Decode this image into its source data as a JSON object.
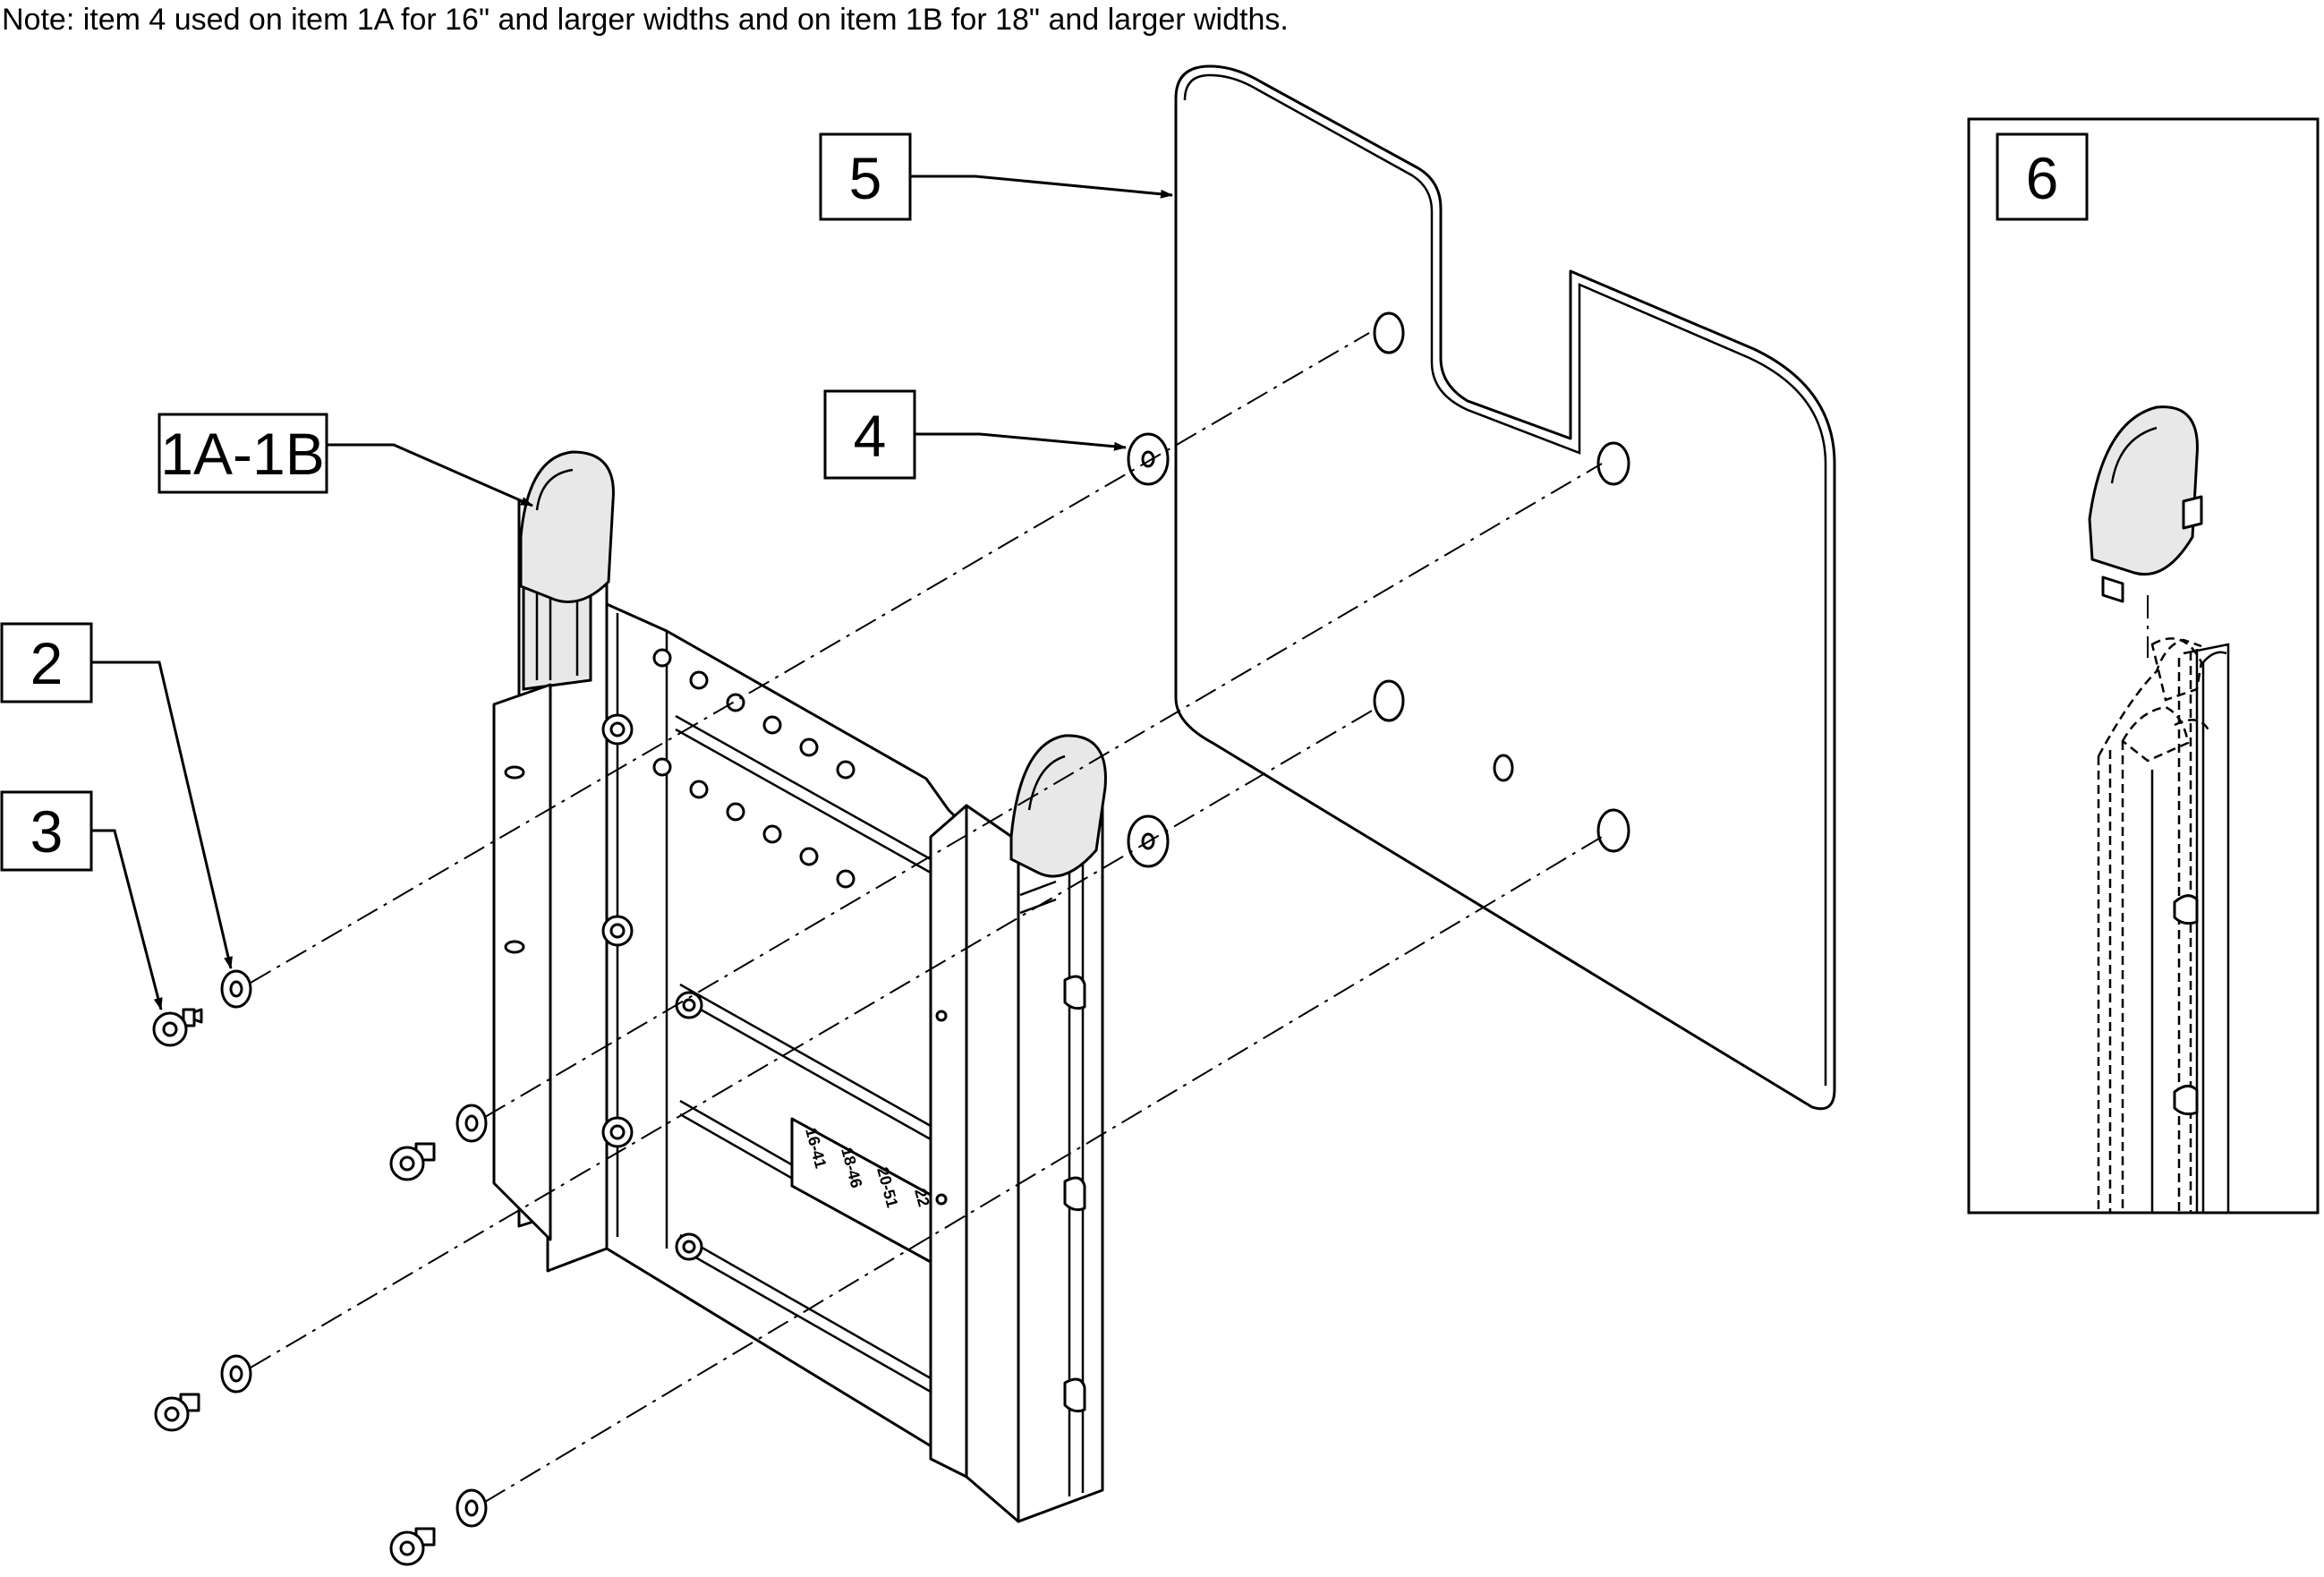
{
  "note": "Note: item 4 used on item 1A for 16\" and larger widths and on item 1B for 18\" and larger widths.",
  "callouts": {
    "item_1a_1b": "1A-1B",
    "item_2": "2",
    "item_3": "3",
    "item_4": "4",
    "item_5": "5",
    "item_6": "6"
  },
  "width_labels": [
    "16-41",
    "18-46",
    "20-51",
    "22"
  ]
}
